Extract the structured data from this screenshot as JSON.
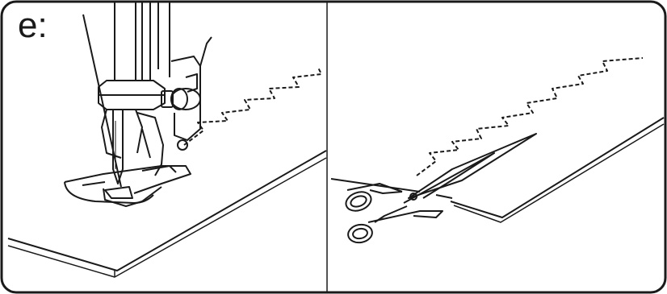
{
  "step_label": "e:",
  "panels": [
    {
      "name": "sewing-panel",
      "stitch": "zigzag"
    },
    {
      "name": "trimming-panel",
      "stitch": "zigzag"
    }
  ],
  "colors": {
    "line": "#1a1a1a",
    "background": "#ffffff"
  }
}
